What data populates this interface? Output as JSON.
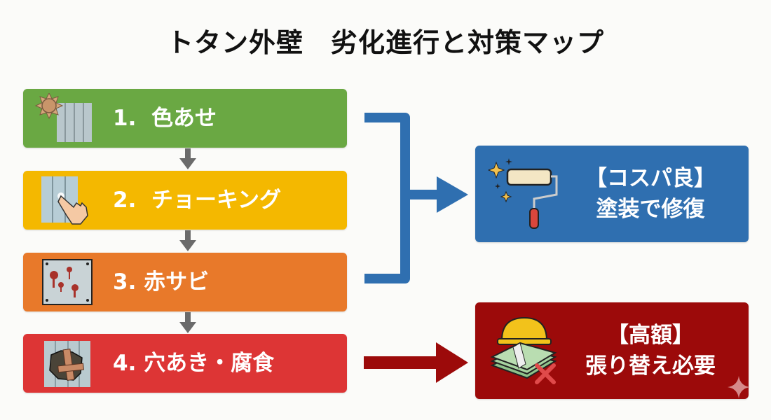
{
  "title": "トタン外壁　劣化進行と対策マップ",
  "stages": [
    {
      "number": "1.",
      "label": "色あせ",
      "color": "#6aa843",
      "icon": "sun-faded-panel-icon"
    },
    {
      "number": "2.",
      "label": "チョーキング",
      "color": "#f4b800",
      "icon": "finger-touch-panel-icon"
    },
    {
      "number": "3.",
      "label": "赤サビ",
      "color": "#e8792a",
      "icon": "rusted-panel-icon"
    },
    {
      "number": "4.",
      "label": "穴あき・腐食",
      "color": "#dd3535",
      "icon": "holed-panel-icon"
    }
  ],
  "stage_arrow_color": "#6b6b6b",
  "results": [
    {
      "tag": "【コスパ良】",
      "text": "塗装で修復",
      "color": "#2f6fb0",
      "icon": "paint-roller-icon",
      "applies_to": [
        1,
        2,
        3
      ]
    },
    {
      "tag": "【高額】",
      "text": "張り替え必要",
      "color": "#9c0a0a",
      "icon": "helmet-money-icon",
      "applies_to": [
        4
      ]
    }
  ],
  "connector_colors": {
    "repaint": "#2f6fb0",
    "replace": "#9c0a0a"
  }
}
